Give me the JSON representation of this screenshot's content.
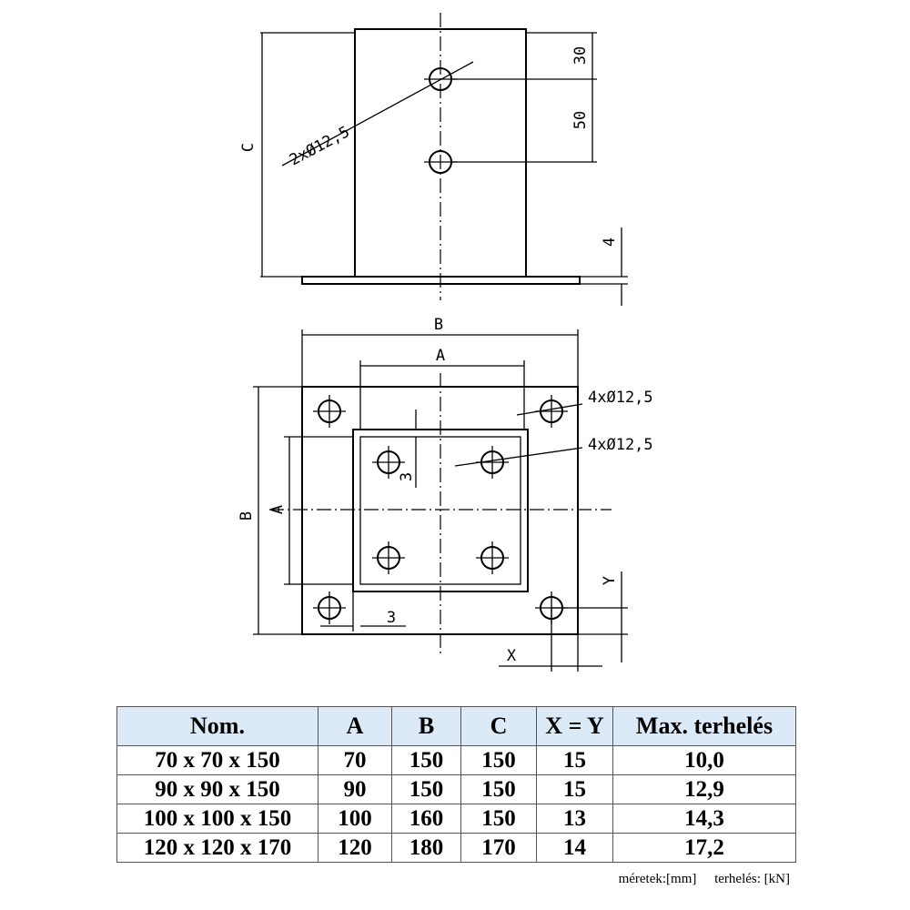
{
  "drawing": {
    "front_view": {
      "dimensions": {
        "hole_callout": "2xØ12,5",
        "top_offset": "30",
        "hole_spacing": "50",
        "base_plate_thickness": "4",
        "height": "C"
      }
    },
    "plan_view": {
      "dimensions": {
        "width_B_top": "B",
        "width_A_top": "A",
        "height_B_left": "B",
        "height_A_left": "A",
        "corner_hole_callout": "4xØ12,5",
        "inner_hole_callout": "4xØ12,5",
        "tube_wall_vertical": "3",
        "tube_wall_horizontal": "3",
        "edge_x": "X",
        "edge_y": "Y"
      }
    }
  },
  "table": {
    "headers": [
      "Nom.",
      "A",
      "B",
      "C",
      "X = Y",
      "Max. terhelés"
    ],
    "rows": [
      [
        "70 x 70 x 150",
        "70",
        "150",
        "150",
        "15",
        "10,0"
      ],
      [
        "90 x 90 x 150",
        "90",
        "150",
        "150",
        "15",
        "12,9"
      ],
      [
        "100 x 100 x 150",
        "100",
        "160",
        "150",
        "13",
        "14,3"
      ],
      [
        "120 x 120 x 170",
        "120",
        "180",
        "170",
        "14",
        "17,2"
      ]
    ]
  },
  "units": {
    "dimensions": "méretek:[mm]",
    "load": "terhelés: [kN]"
  }
}
